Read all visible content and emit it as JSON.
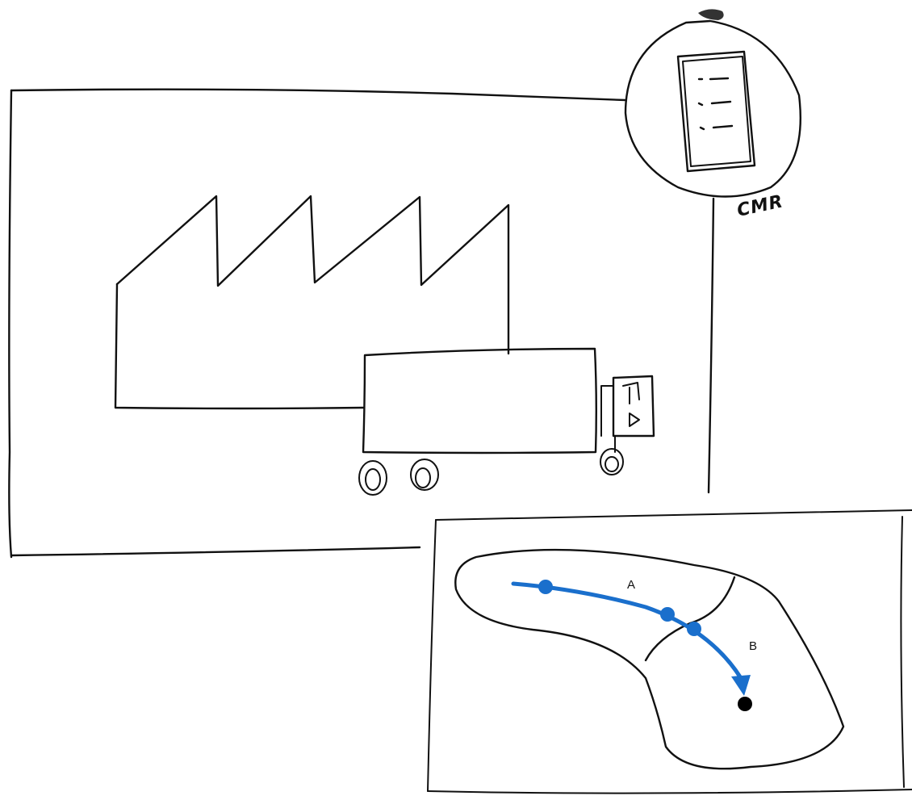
{
  "labels": {
    "cmr": "CMR",
    "region_a": "A",
    "region_b": "B"
  },
  "route": {
    "color": "#1a6fcc",
    "marker_color": "#1a6fcc",
    "endpoint_color": "#000000",
    "waypoint_count": 3
  },
  "icons": [
    "factory-icon",
    "truck-icon",
    "document-icon",
    "map-icon"
  ]
}
